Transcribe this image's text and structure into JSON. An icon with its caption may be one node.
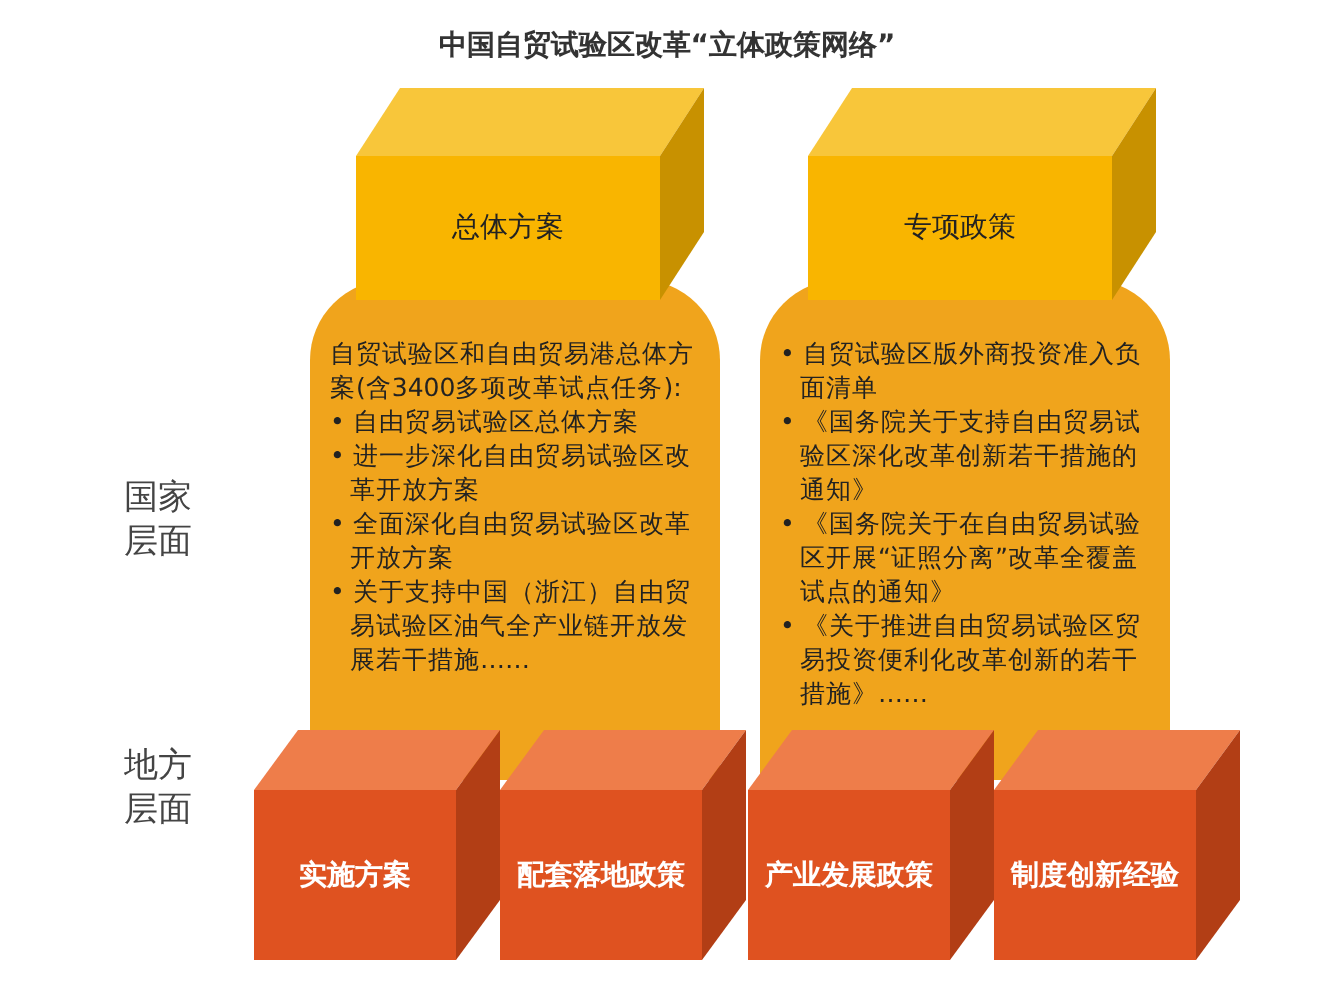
{
  "diagram": {
    "title": "中国自贸试验区改革“立体政策网络”",
    "nodes": [
      {
        "text": [
          "总体方案"
        ]
      },
      {
        "text": [
          "自贸试验区和自由贸易港总体方案(含3400多项改革试点任务):",
          "• 自由贸易试验区总体方案",
          "• 进一步深化自由贸易试验区改革开放方案",
          "• 全面深化自由贸易试验区改革开放方案",
          "• 关于支持中国（浙江）自由贸易试验区油气全产业链开放发展若干措施……"
        ]
      },
      {
        "text": [
          "专项政策"
        ]
      },
      {
        "text": [
          "• 自贸试验区版外商投资准入负面清单",
          "• 《国务院关于支持自由贸易试验区深化改革创新若干措施的通知》",
          "• 《国务院关于在自由贸易试验区开展“证照分离”改革全覆盖试点的通知》",
          "• 《关于推进自由贸易试验区贸易投资便利化改革创新的若干措施》……"
        ]
      },
      {
        "text": [
          "实施方案"
        ]
      },
      {
        "text": [
          "配套落地政策"
        ]
      },
      {
        "text": [
          "产业发展政策"
        ]
      },
      {
        "text": [
          "制度创新经验"
        ]
      }
    ],
    "labels": [
      "国家层面",
      "地方层面"
    ]
  }
}
